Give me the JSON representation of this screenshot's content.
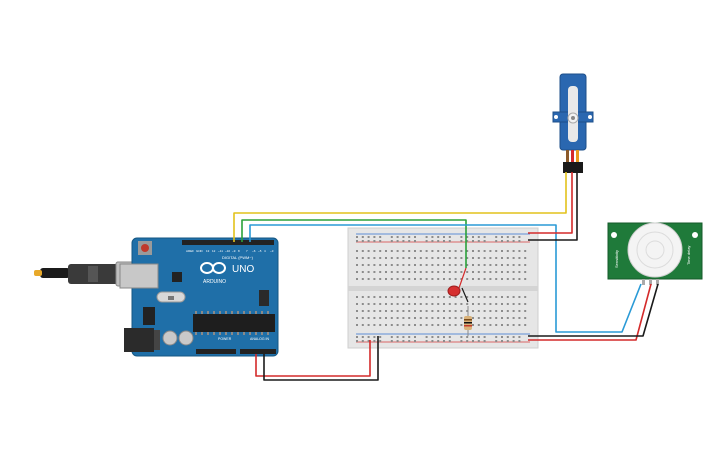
{
  "arduino": {
    "brand": "ARDUINO",
    "model": "UNO",
    "digital_label": "DIGITAL (PWM~)",
    "power_label": "POWER",
    "analog_label": "ANALOG IN"
  },
  "pir_sensor": {
    "left_label": "Sensitivity",
    "right_label": "Time delay"
  },
  "colors": {
    "board_blue": "#1f6fa8",
    "breadboard": "#e6e6e6",
    "pir_green": "#1f7a3a",
    "servo_blue": "#2a67b0",
    "wire_yellow": "#e2c21b",
    "wire_green": "#2aa13a",
    "wire_blue": "#2a9ad6",
    "wire_red": "#d42a2a",
    "wire_black": "#1a1a1a",
    "led_red": "#d63030"
  },
  "components": [
    "arduino-uno",
    "breadboard",
    "servo-motor",
    "pir-sensor",
    "led",
    "resistor",
    "usb-cable"
  ]
}
